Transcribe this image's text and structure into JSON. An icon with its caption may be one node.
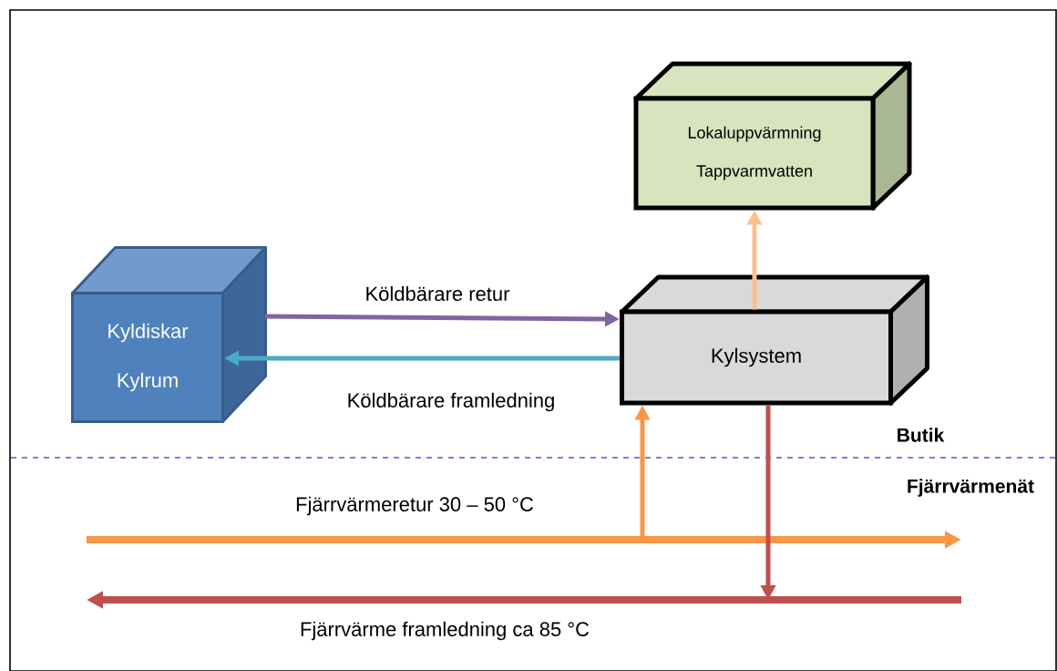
{
  "diagram": {
    "nodes": [
      {
        "text": [
          "Kyldiskar",
          "Kylrum"
        ]
      },
      {
        "text": [
          "Lokaluppvärmning",
          "Tappvarmvatten"
        ]
      },
      {
        "text": [
          "Kylsystem"
        ]
      },
      {
        "text": [],
        "shape": "arrow",
        "beside": [
          "Fjärrvärmeretur 30 – 50 °C"
        ]
      },
      {
        "text": [],
        "shape": "arrow",
        "beside": [
          "Fjärrvärme framledning ca 85 °C"
        ]
      }
    ],
    "edges": [
      {
        "from": 0,
        "to": 2,
        "arrow": "to",
        "label": "Köldbärare retur",
        "color": "#8064a2"
      },
      {
        "from": 2,
        "to": 0,
        "arrow": "to",
        "label": "Köldbärare framledning",
        "color": "#4bacc6"
      },
      {
        "from": 2,
        "to": 1,
        "arrow": "to",
        "color": "#fac090"
      },
      {
        "from": 3,
        "to": 2,
        "arrow": "to",
        "color": "#f79646"
      },
      {
        "from": 2,
        "to": 4,
        "arrow": "to",
        "color": "#c0504d"
      }
    ],
    "labels": [
      "Butik",
      "Fjärrvärmenät"
    ]
  }
}
